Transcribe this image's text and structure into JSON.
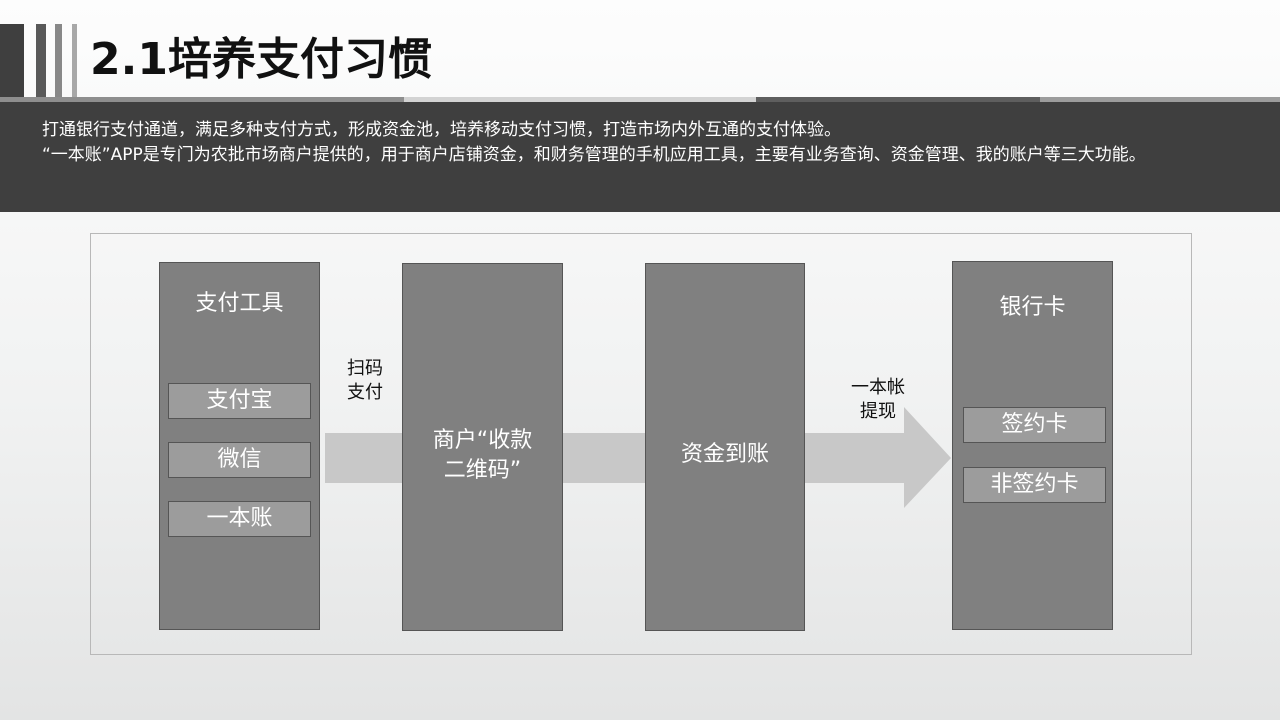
{
  "header": {
    "title": "2.1培养支付习惯"
  },
  "intro": {
    "line1": "打通银行支付通道，满足多种支付方式，形成资金池，培养移动支付习惯，打造市场内外互通的支付体验。",
    "line2": "“一本账”APP是专门为农批市场商户提供的，用于商户店铺资金，和财务管理的手机应用工具，主要有业务查询、资金管理、我的账户等三大功能。"
  },
  "diagram": {
    "payment_tools": {
      "title": "支付工具",
      "items": [
        "支付宝",
        "微信",
        "一本账"
      ]
    },
    "arrow_label_1": {
      "line1": "扫码",
      "line2": "支付"
    },
    "merchant_qr": {
      "line1": "商户“收款",
      "line2": "二维码”"
    },
    "funds": {
      "label": "资金到账"
    },
    "arrow_label_2": {
      "line1": "一本帐",
      "line2": "提现"
    },
    "bank_card": {
      "title": "银行卡",
      "items": [
        "签约卡",
        "非签约卡"
      ]
    }
  },
  "colors": {
    "dark_bar": "#3f3f3f",
    "box_fill": "#808080",
    "chip_fill": "#9c9c9c",
    "arrow_fill": "#c8c8c8"
  }
}
